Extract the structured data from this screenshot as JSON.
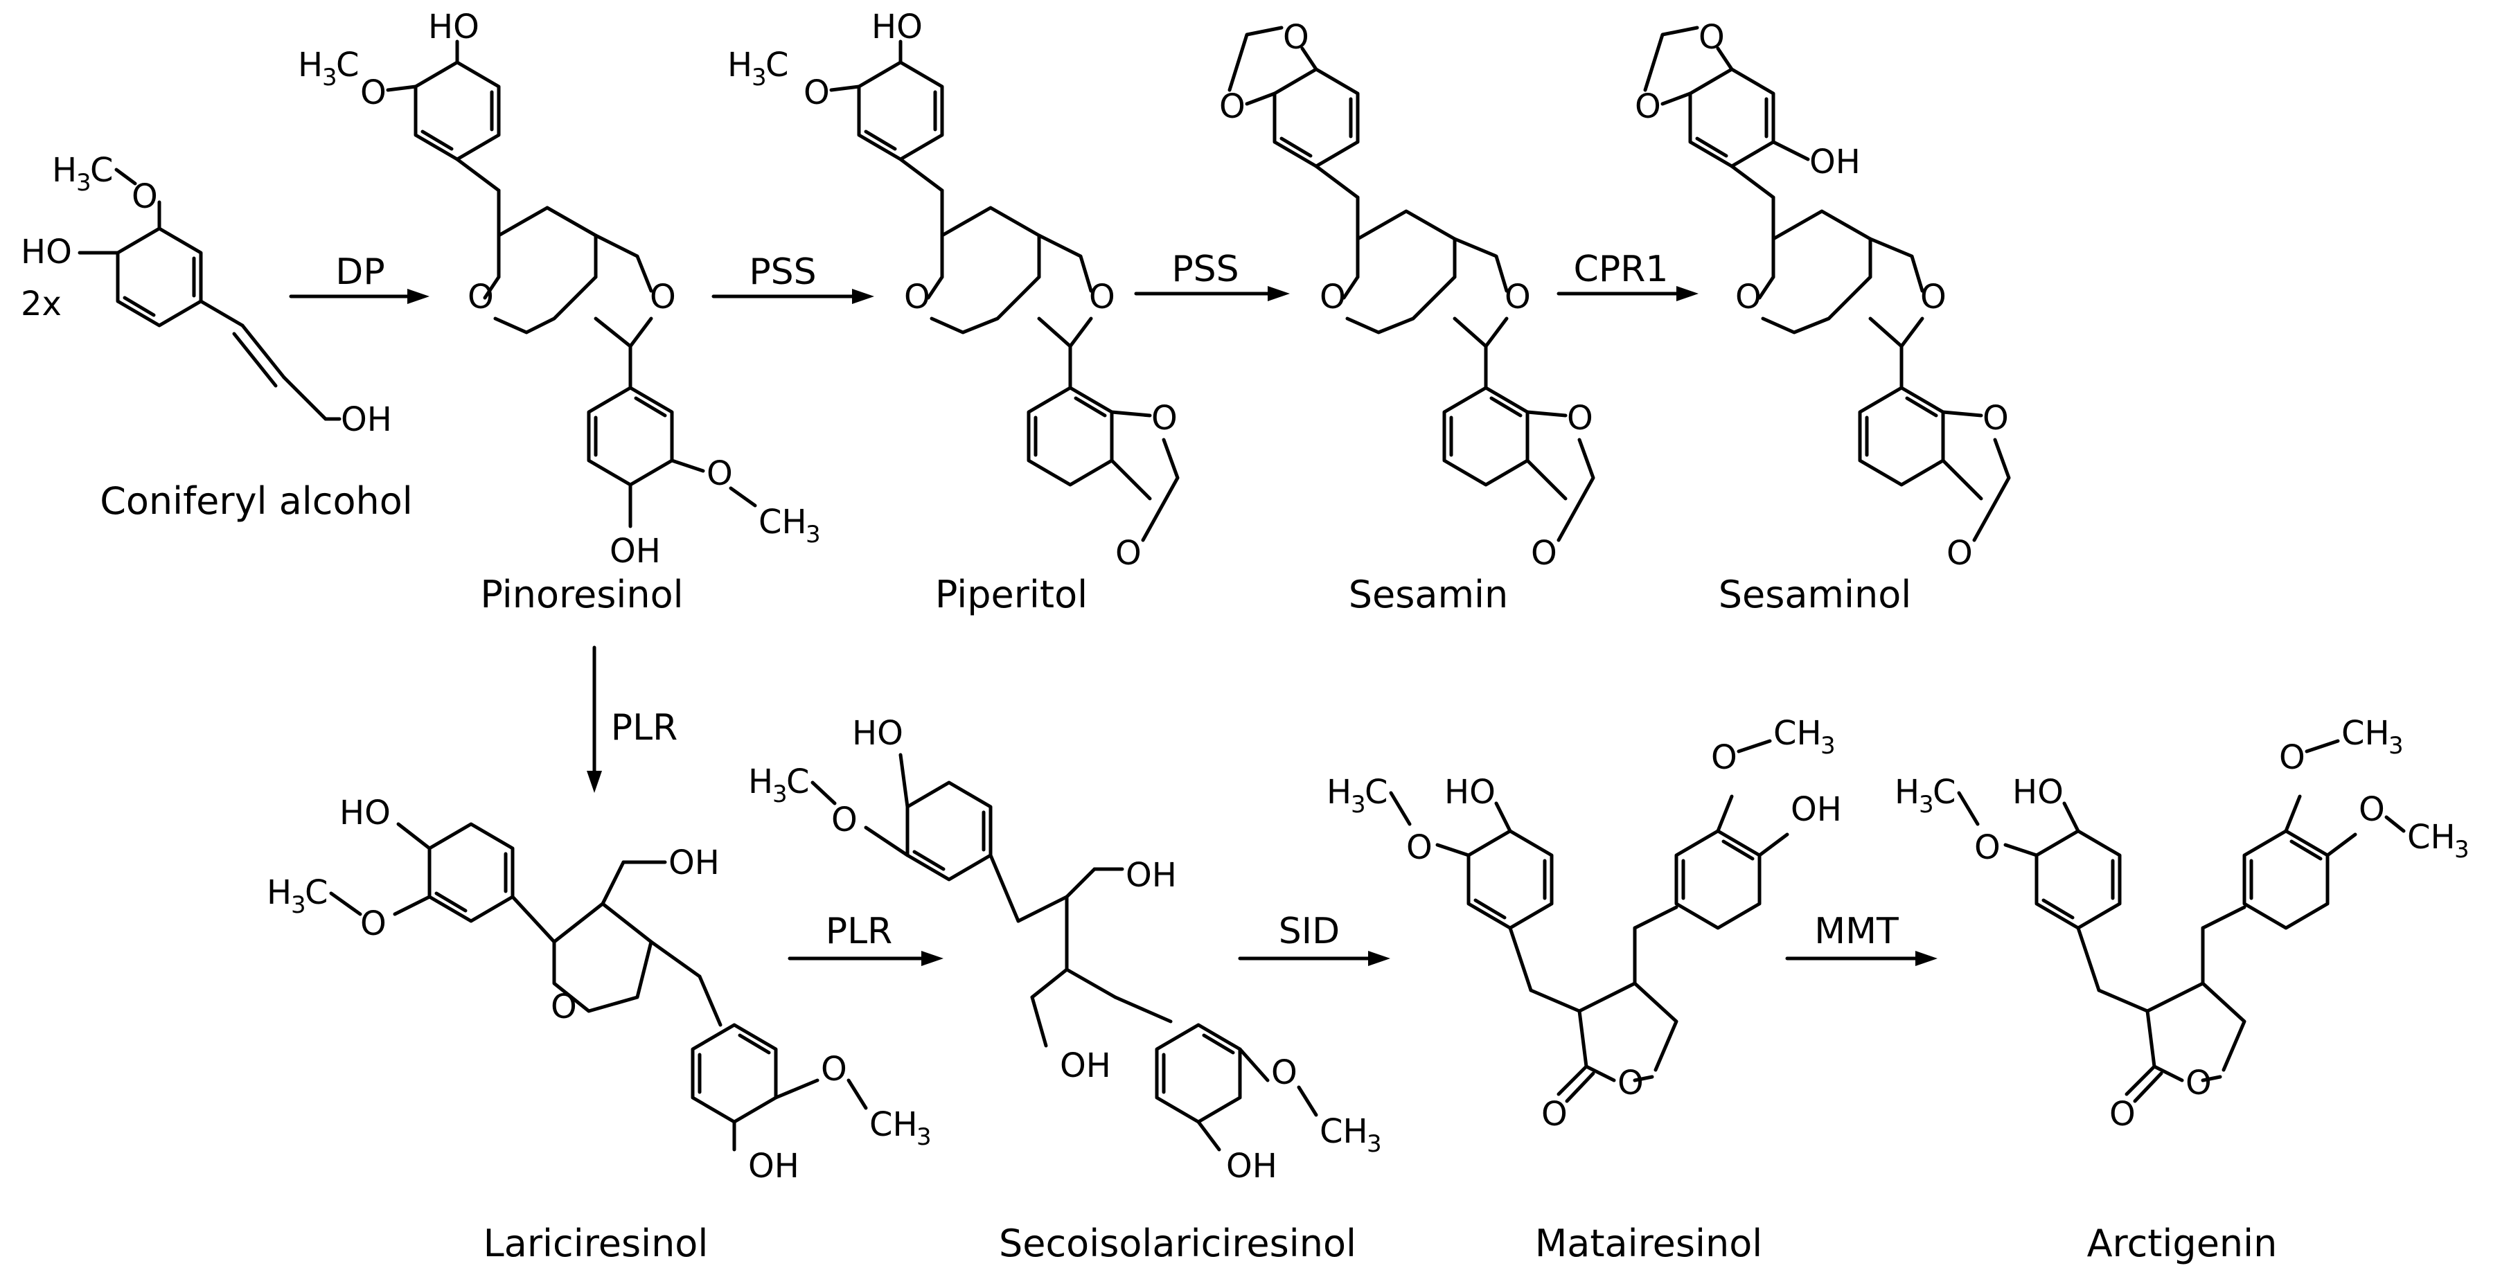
{
  "compounds": {
    "coniferyl": "Coniferyl alcohol",
    "coniferyl_mult": "2x",
    "pinoresinol": "Pinoresinol",
    "piperitol": "Piperitol",
    "sesamin": "Sesamin",
    "sesaminol": "Sesaminol",
    "lariciresinol": "Lariciresinol",
    "secoisolariciresinol": "Secoisolariciresinol",
    "matairesinol": "Matairesinol",
    "arctigenin": "Arctigenin"
  },
  "enzymes": {
    "dp": "DP",
    "pss1": "PSS",
    "pss2": "PSS",
    "cpr1": "CPR1",
    "plr1": "PLR",
    "plr2": "PLR",
    "sid": "SID",
    "mmt": "MMT"
  },
  "atoms": {
    "oh": "OH",
    "ho": "HO",
    "o": "O",
    "h3c": "H",
    "c3_sub": "3",
    "c_tail": "C",
    "ch3_c": "CH",
    "h3": "3"
  }
}
